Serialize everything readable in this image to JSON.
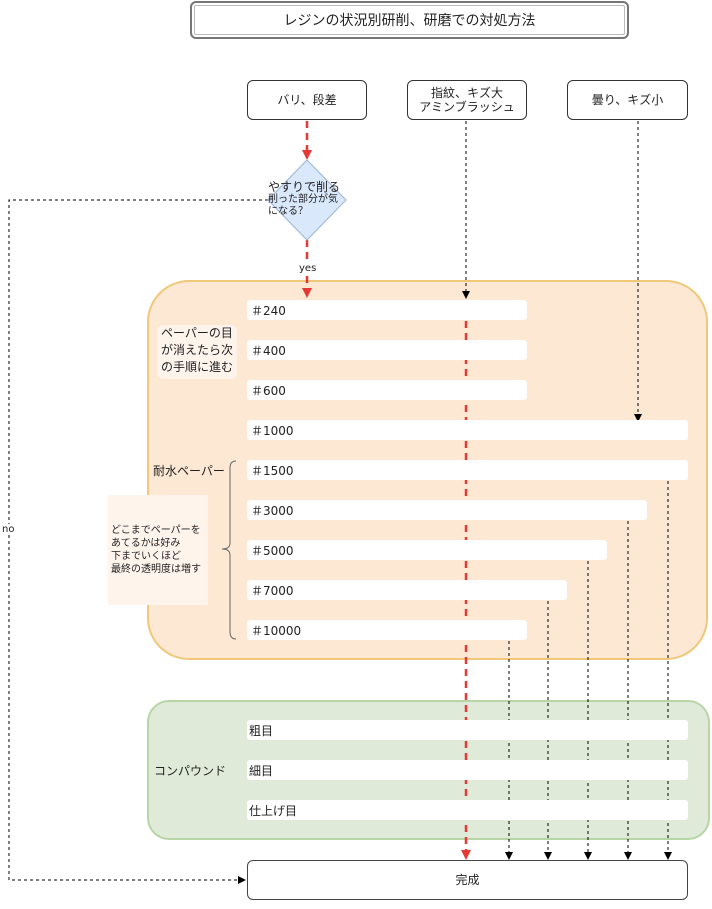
{
  "title": "レジンの状況別研削、研磨での対処方法",
  "start_nodes": {
    "burr": "バリ、段差",
    "fingerprint_line1": "指紋、キズ大",
    "fingerprint_line2": "アミンブラッシュ",
    "cloudy": "曇り、キズ小"
  },
  "decision": {
    "line1": "やすりで削る",
    "line2": "削った部分が気",
    "line3": "になる？"
  },
  "edge_labels": {
    "yes": "yes",
    "no": "no"
  },
  "paper_group": {
    "note_line1": "ペーパーの目",
    "note_line2": "が消えたら次",
    "note_line3": "の手順に進む",
    "waterproof_label": "耐水ペーパー",
    "tip_line1": "どこまでペーパーを",
    "tip_line2": "あてるかは好み",
    "tip_line3": "下までいくほど",
    "tip_line4": "最終の透明度は増す",
    "grits": [
      "＃240",
      "＃400",
      "＃600",
      "＃1000",
      "＃1500",
      "＃3000",
      "＃5000",
      "＃7000",
      "＃10000"
    ]
  },
  "compound_group": {
    "label": "コンパウンド",
    "steps": [
      "粗目",
      "細目",
      "仕上げ目"
    ]
  },
  "end_node": "完成",
  "colors": {
    "red_arrow": "#e53935",
    "paper_bg": "#fde8d4",
    "paper_border": "#f0c87a",
    "comp_bg": "#e0ead9",
    "comp_border": "#b7d5a7",
    "diamond": "#dae8fc"
  }
}
